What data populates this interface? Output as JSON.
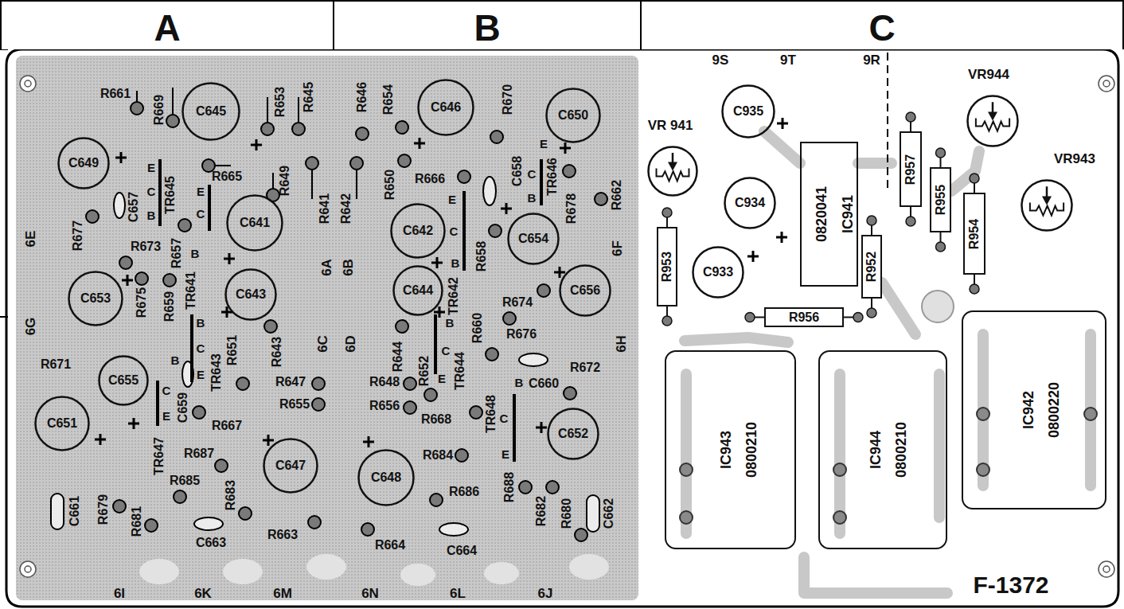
{
  "diagram": {
    "nodes": [
      {
        "text": [
          "A"
        ]
      },
      {
        "text": [
          "B"
        ]
      },
      {
        "text": [
          "C"
        ]
      },
      {
        "text": [
          "C649"
        ]
      },
      {
        "text": [
          "C645"
        ]
      },
      {
        "text": [
          "C641"
        ]
      },
      {
        "text": [
          "C643"
        ]
      },
      {
        "text": [
          "C653"
        ]
      },
      {
        "text": [
          "C655"
        ]
      },
      {
        "text": [
          "C651"
        ]
      },
      {
        "text": [
          "C647"
        ]
      },
      {
        "text": [
          "C646"
        ]
      },
      {
        "text": [
          "C650"
        ]
      },
      {
        "text": [
          "C642"
        ]
      },
      {
        "text": [
          "C654"
        ]
      },
      {
        "text": [
          "C644"
        ]
      },
      {
        "text": [
          "C656"
        ]
      },
      {
        "text": [
          "C652"
        ]
      },
      {
        "text": [
          "C648"
        ]
      },
      {
        "text": [
          "VR 941"
        ]
      },
      {
        "text": [
          "C935"
        ]
      },
      {
        "text": [
          "VR944"
        ]
      },
      {
        "text": [
          "VR943"
        ]
      },
      {
        "text": [
          "C934"
        ]
      },
      {
        "text": [
          "C933"
        ]
      },
      {
        "text": [
          "0820041",
          "IC941"
        ]
      },
      {
        "text": [
          "R957"
        ]
      },
      {
        "text": [
          "R955"
        ]
      },
      {
        "text": [
          "R952"
        ]
      },
      {
        "text": [
          "R954"
        ]
      },
      {
        "text": [
          "R953"
        ]
      },
      {
        "text": [
          "R956"
        ]
      },
      {
        "text": [
          "IC943",
          "0800210"
        ]
      },
      {
        "text": [
          "IC944",
          "0800210"
        ]
      },
      {
        "text": [
          "IC942",
          "0800220"
        ]
      }
    ],
    "labels": [
      "R661",
      "R669",
      "R653",
      "R645",
      "R665",
      "R649",
      "R641",
      "R642",
      "R677",
      "C657",
      "E",
      "C",
      "B",
      "TR645",
      "R673",
      "R657",
      "E",
      "C",
      "B",
      "TR641",
      "6E",
      "R675",
      "R659",
      "B",
      "C",
      "E",
      "TR643",
      "R651",
      "R643",
      "6G",
      "R671",
      "B",
      "C",
      "E",
      "C659",
      "TR647",
      "R667",
      "R647",
      "R655",
      "R687",
      "R685",
      "R683",
      "C661",
      "R679",
      "R681",
      "C663",
      "R663",
      "6A",
      "6B",
      "6C",
      "6I",
      "6K",
      "6M",
      "R646",
      "R654",
      "R670",
      "R650",
      "R666",
      "C658",
      "E",
      "C",
      "B",
      "TR646",
      "R678",
      "R662",
      "E",
      "C",
      "B",
      "TR642",
      "R658",
      "6F",
      "R674",
      "R676",
      "R660",
      "6D",
      "6H",
      "R644",
      "R652",
      "B",
      "C",
      "E",
      "TR644",
      "R648",
      "R656",
      "R668",
      "C660",
      "R672",
      "B",
      "C",
      "E",
      "TR648",
      "R684",
      "R686",
      "R688",
      "R682",
      "R680",
      "C662",
      "C664",
      "R664",
      "6N",
      "6L",
      "6J",
      "9S",
      "9T",
      "9R",
      "F-1372"
    ]
  }
}
